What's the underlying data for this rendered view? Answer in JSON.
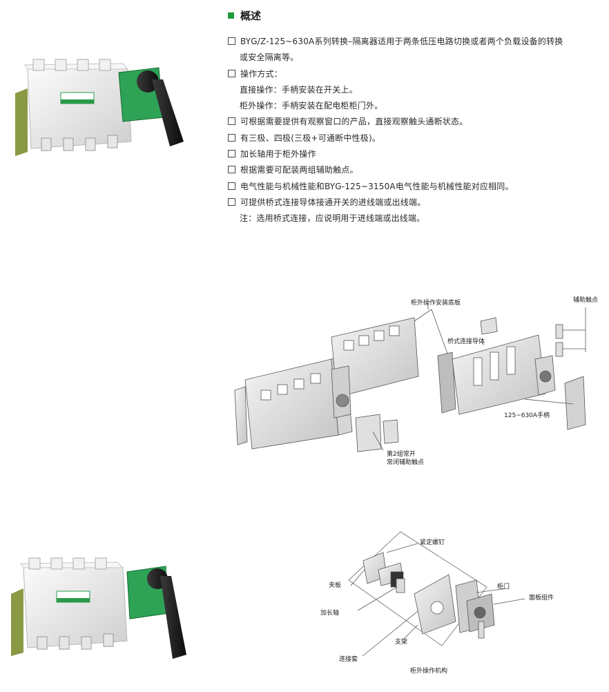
{
  "heading": "概述",
  "items": [
    {
      "type": "bullet",
      "text": "BYG/Z-125~630A系列转换–隔离器适用于两条低压电路切换或者两个负载设备的转换"
    },
    {
      "type": "indent",
      "text": "或安全隔离等。"
    },
    {
      "type": "bullet",
      "text": "操作方式："
    },
    {
      "type": "indent",
      "text": "直接操作：手柄安装在开关上。"
    },
    {
      "type": "indent",
      "text": "柜外操作：手柄安装在配电柜柜门外。"
    },
    {
      "type": "bullet",
      "text": "可根据需要提供有观察窗口的产品，直接观察触头通断状态。"
    },
    {
      "type": "bullet",
      "text": "有三极、四极(三极+可通断中性极)。"
    },
    {
      "type": "bullet",
      "text": "加长轴用于柜外操作"
    },
    {
      "type": "bullet",
      "text": "根据需要可配装两组辅助触点。"
    },
    {
      "type": "bullet",
      "text": "电气性能与机械性能和BYG-125~3150A电气性能与机械性能对应相同。"
    },
    {
      "type": "bullet",
      "text": "可提供桥式连接导体接通开关的进线端或出线端。"
    },
    {
      "type": "indent",
      "text": "注：选用桥式连接，应说明用于进线端或出线端。"
    }
  ],
  "diagram1": {
    "mount_plate": "柜外操作安装底板",
    "aux_contacts": "辅助触点",
    "bridge_conductor": "桥式连接导体",
    "handle": "125~630A手柄",
    "group2_line1": "第2组常开",
    "group2_line2": "常闭辅助触点"
  },
  "diagram2": {
    "set_screw": "紧定螺钉",
    "clamp": "夹板",
    "cabinet_door": "柜门",
    "panel": "面板组件",
    "ext_shaft": "加长轴",
    "bracket": "支架",
    "coupling": "连接套",
    "mechanism": "柜外操作机构"
  },
  "colors": {
    "accent": "#1f9a3c",
    "handle": "#1b1b1b",
    "body": "#eeeeee"
  }
}
